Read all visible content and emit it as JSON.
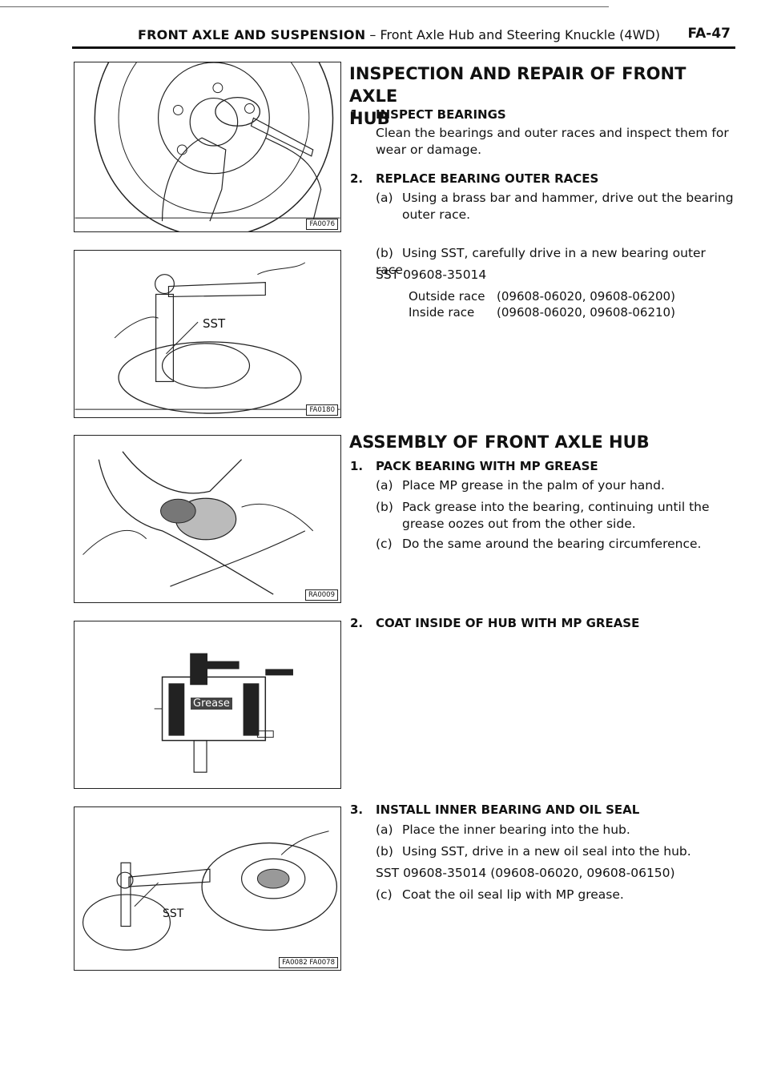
{
  "header": {
    "title_bold": "FRONT AXLE AND SUSPENSION",
    "title_rest": " – Front Axle Hub and Steering Knuckle (4WD)",
    "page": "FA-47"
  },
  "figures": [
    {
      "code": "FA0076"
    },
    {
      "code": "FA0180",
      "label": "SST"
    },
    {
      "code": "RA0009"
    },
    {
      "label": "Grease"
    },
    {
      "code": "FA0082 FA0078",
      "label": "SST"
    }
  ],
  "inspection": {
    "title_line1": "INSPECTION AND REPAIR OF FRONT AXLE",
    "title_line2": "HUB",
    "step1": {
      "num": "1.",
      "title": "INSPECT BEARINGS",
      "text_line1": "Clean the bearings and outer races and inspect them for",
      "text_line2": "wear or damage."
    },
    "step2": {
      "num": "2.",
      "title": "REPLACE BEARING OUTER RACES",
      "a_label": "(a)",
      "a_line1": "Using a brass bar and hammer, drive out the bearing",
      "a_line2": "outer race.",
      "b_label": "(b)",
      "b_text": "Using SST, carefully drive in a new bearing outer race.",
      "sst": "SST 09608-35014",
      "outside_label": "Outside race",
      "outside_value": "(09608-06020, 09608-06200)",
      "inside_label": "Inside race",
      "inside_value": "(09608-06020, 09608-06210)"
    }
  },
  "assembly": {
    "title": "ASSEMBLY OF FRONT AXLE HUB",
    "step1": {
      "num": "1.",
      "title": "PACK BEARING WITH MP GREASE",
      "a_label": "(a)",
      "a_text": "Place MP grease in the palm of your hand.",
      "b_label": "(b)",
      "b_line1": "Pack grease into the bearing, continuing until the",
      "b_line2": "grease oozes out from the other side.",
      "c_label": "(c)",
      "c_text": "Do the same around the bearing circumference."
    },
    "step2": {
      "num": "2.",
      "title": "COAT INSIDE OF HUB WITH MP GREASE"
    },
    "step3": {
      "num": "3.",
      "title": "INSTALL INNER BEARING AND OIL SEAL",
      "a_label": "(a)",
      "a_text": "Place the inner bearing into the hub.",
      "b_label": "(b)",
      "b_text": "Using SST, drive in a new oil seal into the hub.",
      "sst": "SST 09608-35014 (09608-06020, 09608-06150)",
      "c_label": "(c)",
      "c_text": "Coat the oil seal lip with MP grease."
    }
  }
}
